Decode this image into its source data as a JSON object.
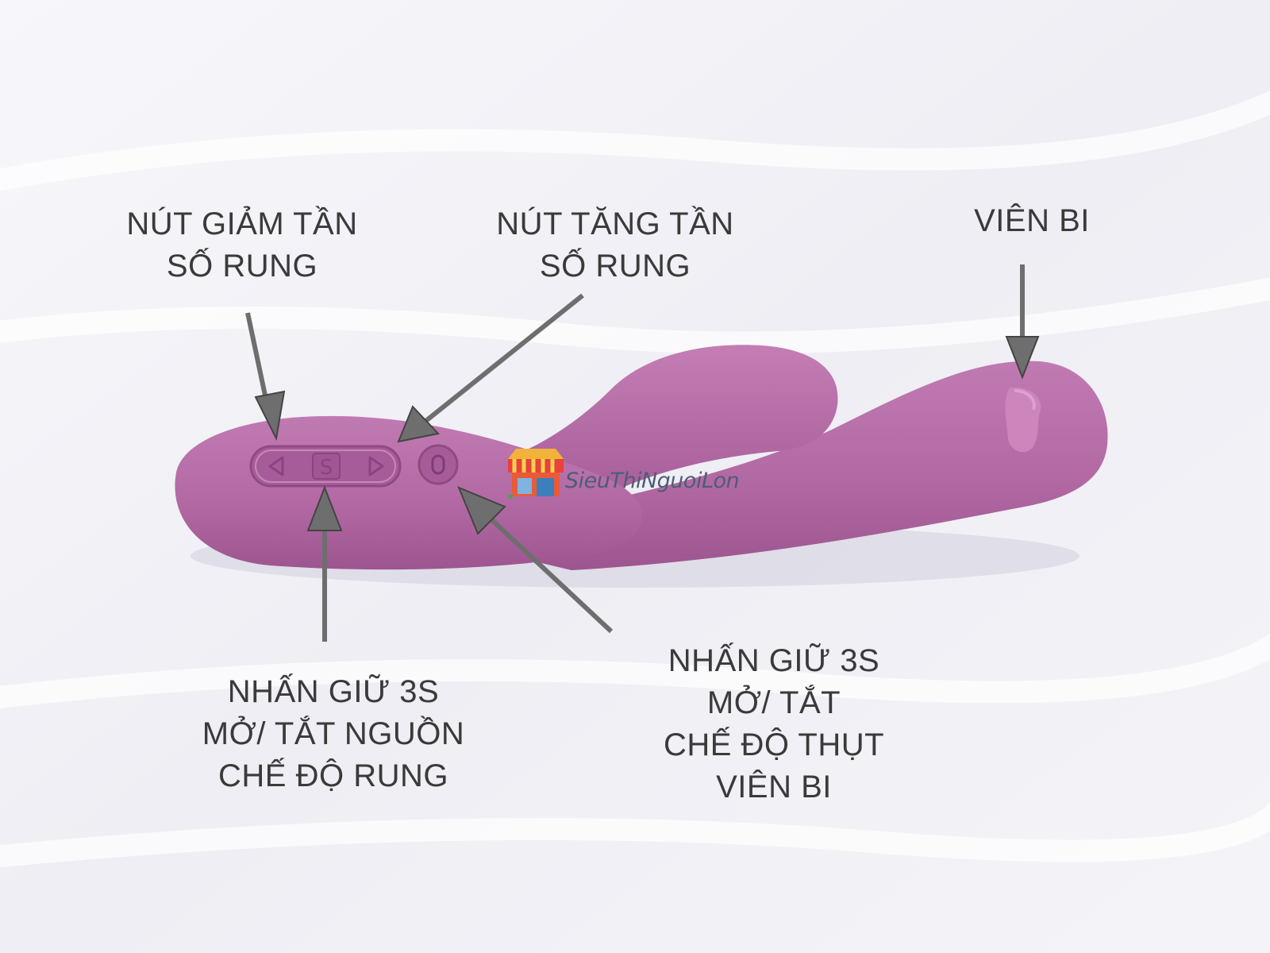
{
  "labels": {
    "decrease_button": [
      "NÚT GIẢM TẦN",
      "SỐ RUNG"
    ],
    "increase_button": [
      "NÚT TĂNG TẦN",
      "SỐ RUNG"
    ],
    "bead": [
      "VIÊN BI"
    ],
    "power_vibration": [
      "NHẤN GIỮ 3S",
      "MỞ/ TẮT NGUỒN",
      "CHẾ ĐỘ RUNG"
    ],
    "thrust_bead": [
      "NHẤN GIỮ 3S",
      "MỞ/ TẮT",
      "CHẾ ĐỘ THỤT",
      "VIÊN BI"
    ]
  },
  "brand": "SieuThiNguoiLon",
  "colors": {
    "background": "#f1f1f6",
    "product": "#b36aa4",
    "arrow": "#6e6e6e",
    "text": "#3a3a3a",
    "brand_text": "#4d5e74"
  },
  "icons": [
    "left-triangle-icon",
    "s-mode-icon",
    "right-triangle-icon",
    "thrust-button-icon",
    "shop-logo-icon"
  ]
}
